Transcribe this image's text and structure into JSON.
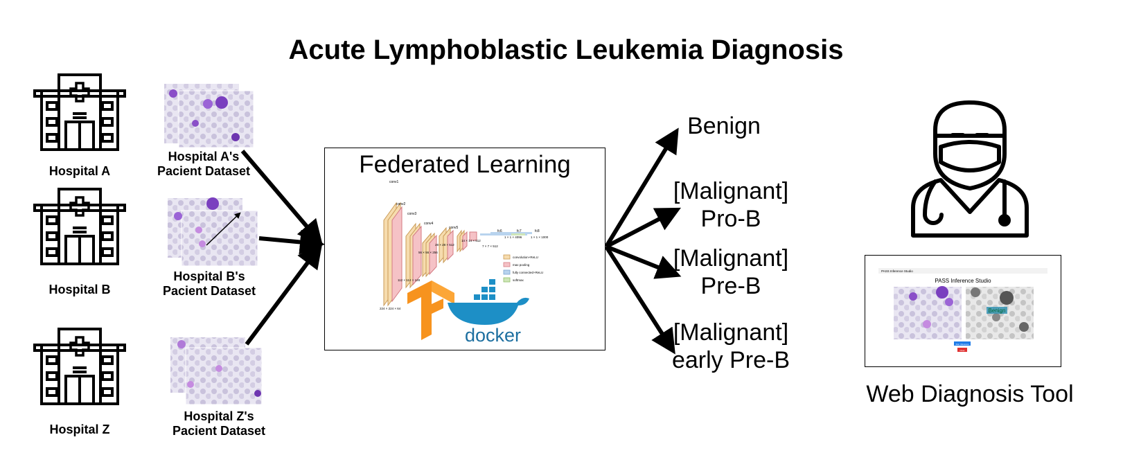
{
  "title": "Acute Lymphoblastic Leukemia Diagnosis",
  "hospitals": [
    {
      "label": "Hospital A",
      "dataset": [
        "Hospital A's",
        "Pacient Dataset"
      ]
    },
    {
      "label": "Hospital B",
      "dataset": [
        "Hospital B's",
        "Pacient Dataset"
      ]
    },
    {
      "label": "Hospital Z",
      "dataset": [
        "Hospital Z's",
        "Pacient Dataset"
      ]
    }
  ],
  "federated": {
    "title": "Federated Learning",
    "layers": [
      "conv1",
      "conv2",
      "conv3",
      "conv4",
      "conv5",
      "fc6",
      "fc7",
      "fc8"
    ],
    "dims": [
      "224 × 224 × 64",
      "112 × 112 × 128",
      "56 × 56 × 256",
      "28 × 28 × 512",
      "14 × 14 × 512",
      "7 × 7 × 512",
      "1 × 1 × 4096",
      "1 × 1 × 1000"
    ],
    "legend": [
      "convolution+ReLU",
      "max pooling",
      "fully connected+ReLU",
      "softmax"
    ],
    "docker_label": "docker"
  },
  "outcomes": [
    {
      "line1": "Benign",
      "line2": ""
    },
    {
      "line1": "[Malignant]",
      "line2": "Pro-B"
    },
    {
      "line1": "[Malignant]",
      "line2": "Pre-B"
    },
    {
      "line1": "[Malignant]",
      "line2": "early Pre-B"
    }
  ],
  "web_tool": {
    "label": "Web Diagnosis Tool",
    "header": "PASS Inference Studio",
    "studio_title": "PASS Inference Studio",
    "result_label": "Benign",
    "run_button": "Run Inference",
    "clear_button": "Clear"
  },
  "colors": {
    "stroke": "#000000",
    "cell_bg": "#e6e4f0",
    "cell_purple": "#8a4fc8",
    "tf_orange": "#f7931e",
    "docker_blue": "#1d8fc6"
  }
}
